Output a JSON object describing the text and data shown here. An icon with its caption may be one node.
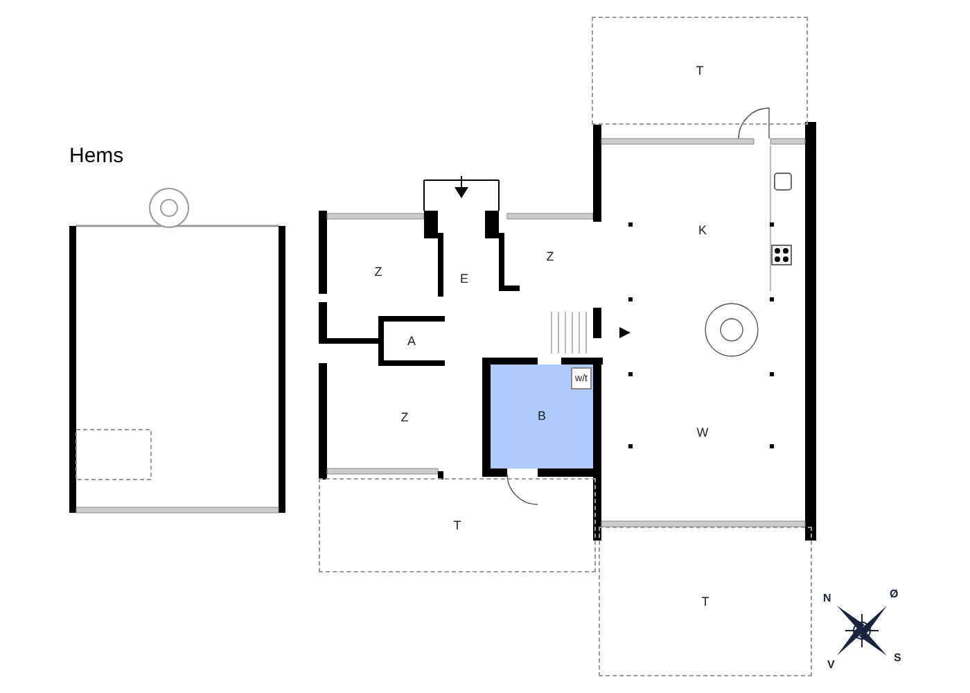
{
  "diagram": {
    "nodes": [
      {
        "text": [
          "Hems"
        ]
      },
      {
        "text": [
          "Z"
        ]
      },
      {
        "text": [
          "E"
        ]
      },
      {
        "text": [
          "Z"
        ]
      },
      {
        "text": [
          "A"
        ]
      },
      {
        "text": [
          "Z"
        ]
      },
      {
        "text": [
          "B"
        ]
      },
      {
        "text": [
          "w/t"
        ],
        "in": 6
      },
      {
        "text": [
          "T"
        ]
      },
      {
        "text": [
          "K"
        ]
      },
      {
        "text": [
          "W"
        ]
      },
      {
        "text": [
          "T"
        ]
      },
      {
        "text": [
          "T"
        ]
      }
    ],
    "labels": [
      "N",
      "Ø",
      "V",
      "S"
    ]
  }
}
